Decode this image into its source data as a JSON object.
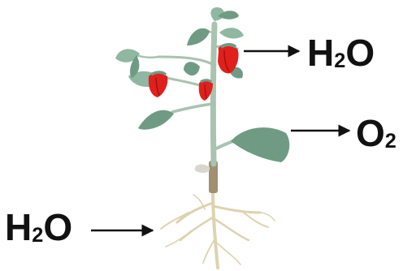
{
  "labels": {
    "top": {
      "main": "H",
      "sub": "2",
      "tail": "O"
    },
    "middle": {
      "main": "O",
      "sub": "2"
    },
    "bottom": {
      "main": "H",
      "sub": "2",
      "tail": "O"
    }
  },
  "colors": {
    "leaf": "#6f9b84",
    "leaf_light": "#8fb7a2",
    "stem": "#a9c3b1",
    "stem_dark": "#8aa895",
    "pepper": "#e0201c",
    "pepper_dark": "#9e1010",
    "root": "#ddd3b0",
    "stalk_base": "#a08f73",
    "arrow": "#111111"
  }
}
